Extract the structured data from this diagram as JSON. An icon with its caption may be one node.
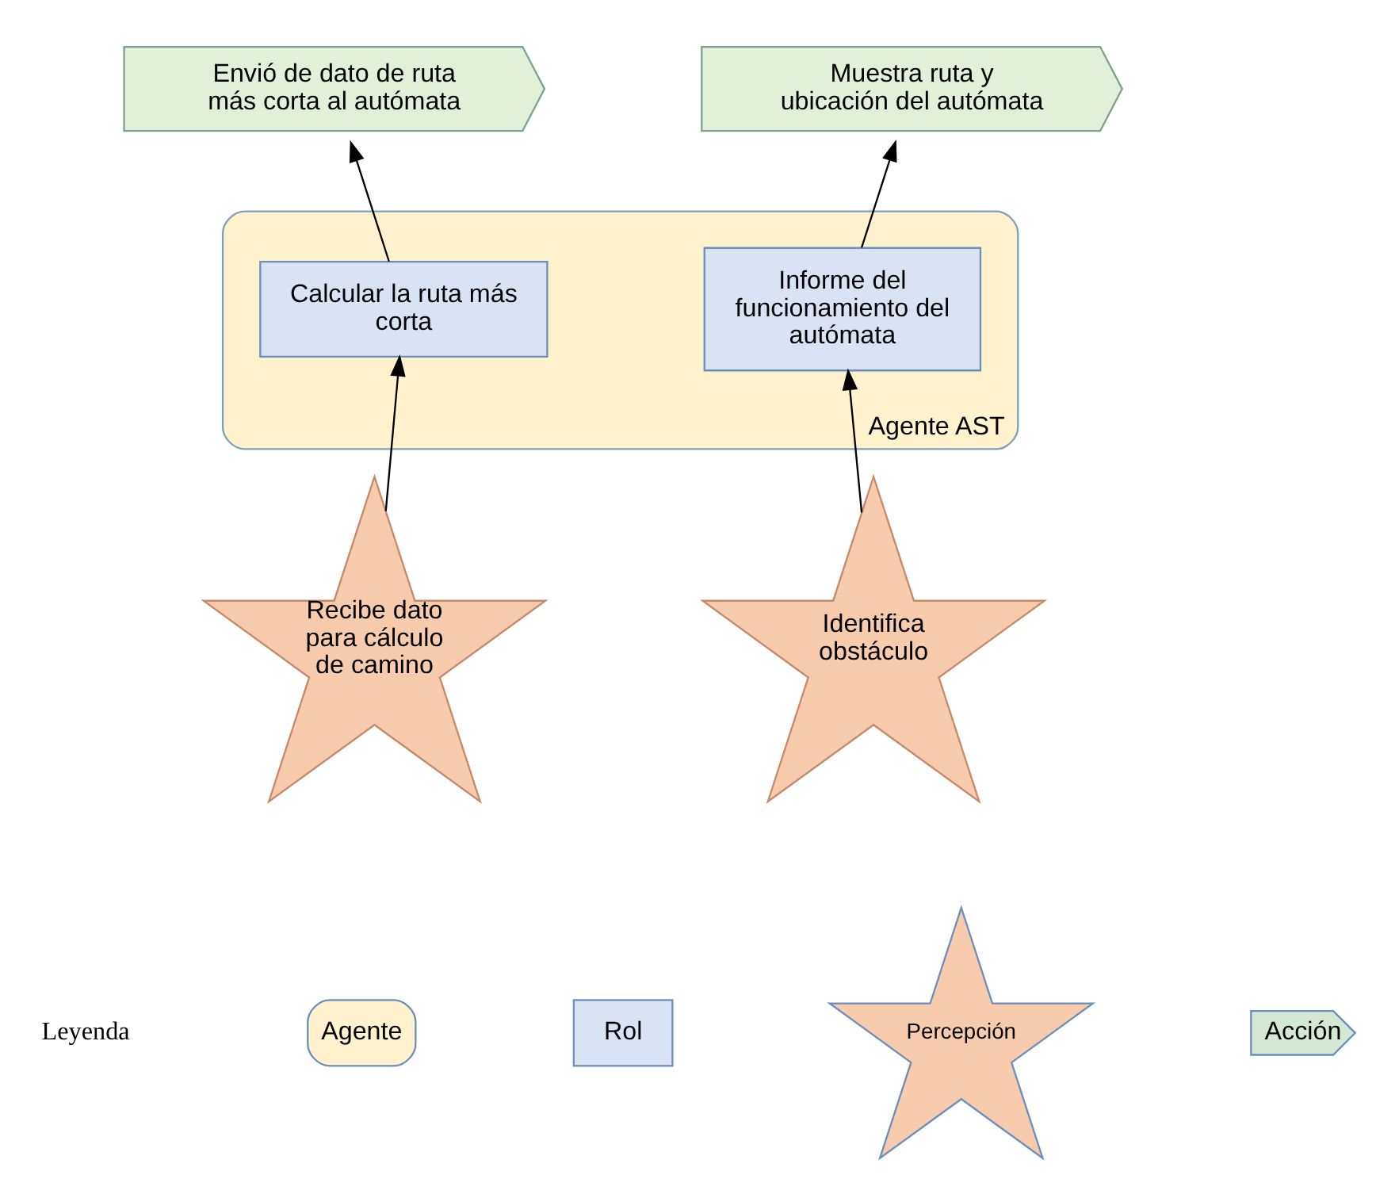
{
  "diagram": {
    "nodes": [
      {
        "text": [
          "Envió de dato de ruta más corta al autómata"
        ]
      },
      {
        "text": [
          "Muestra ruta y ubicación del autómata"
        ]
      },
      {
        "text": [
          "Agente AST"
        ]
      },
      {
        "text": [
          "Calcular la ruta más corta"
        ],
        "in": 2
      },
      {
        "text": [
          "Informe del funcionamiento del autómata"
        ],
        "in": 2
      },
      {
        "text": [
          "Recibe dato para cálculo de camino"
        ]
      },
      {
        "text": [
          "Identifica obstáculo"
        ]
      }
    ],
    "edges": [
      {
        "from": 3,
        "to": 0,
        "arrow": "to"
      },
      {
        "from": 4,
        "to": 1,
        "arrow": "to"
      },
      {
        "from": 5,
        "to": 3,
        "arrow": "to"
      },
      {
        "from": 6,
        "to": 4,
        "arrow": "to"
      }
    ],
    "labels": [
      "Leyenda"
    ],
    "legend": [
      {
        "text": "Agente",
        "color": "#fff2cc"
      },
      {
        "text": "Rol",
        "color": "#dae3f3"
      },
      {
        "text": "Percepción",
        "color": "#f8cbad"
      },
      {
        "text": "Acción",
        "color": "#d5e8d4"
      }
    ]
  }
}
